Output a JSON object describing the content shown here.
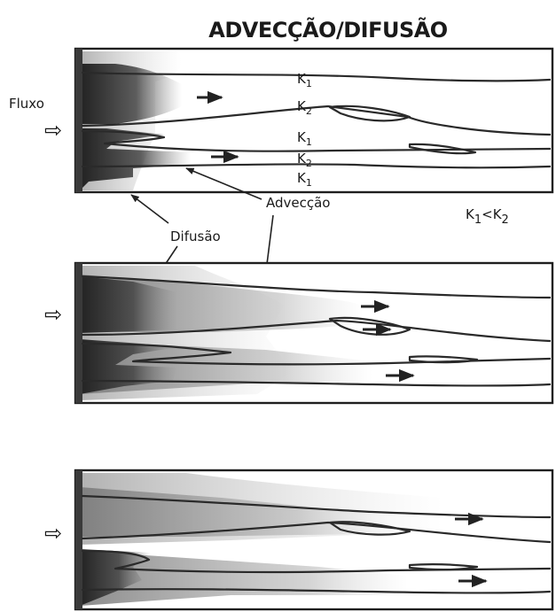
{
  "title": "ADVECÇÃO/DIFUSÃO",
  "labels": {
    "inflow": "Fluxo",
    "k1": "K",
    "k1_sub": "1",
    "k2": "K",
    "k2_sub": "2",
    "advection": "Advecção",
    "diffusion": "Difusão",
    "relation_k1": "K",
    "relation_k1_sub": "1",
    "relation_op": "<",
    "relation_k2": "K",
    "relation_k2_sub": "2"
  },
  "icons": {
    "inflow_arrow": "hollow-right-arrow",
    "flow_direction": "right-arrow"
  },
  "colors": {
    "plume_dark": "#2b2b2b",
    "plume_speckle": "#6e6e6e",
    "diffusion_halo": "#9a9a9a",
    "line": "#222222"
  }
}
